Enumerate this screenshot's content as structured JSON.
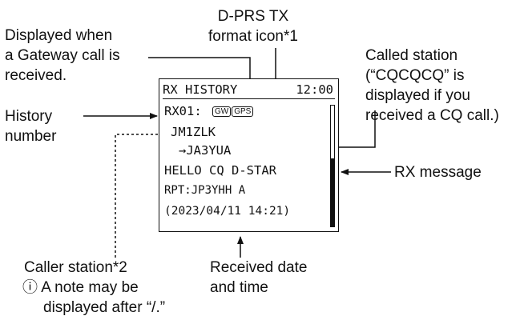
{
  "callouts": {
    "gateway": [
      "Displayed when",
      "a Gateway call is",
      "received."
    ],
    "dprs": [
      "D-PRS TX",
      "format icon*1"
    ],
    "called": [
      "Called station",
      "(“CQCQCQ” is",
      "displayed if you",
      "received a CQ call.)"
    ],
    "history": [
      "History",
      "number"
    ],
    "rx_message": "RX message",
    "caller": [
      "Caller station*2",
      "ⓘ A note may be",
      "displayed after “/.”"
    ],
    "received": [
      "Received date",
      "and time"
    ]
  },
  "screen": {
    "title": "RX HISTORY",
    "time": "12:00",
    "history_number": "RX01:",
    "badge_gw": "GW",
    "badge_gps": "GPS",
    "caller": "JM1ZLK",
    "called": "→JA3YUA",
    "message": "HELLO CQ D-STAR",
    "rpt": "RPT:JP3YHH A",
    "datetime": "(2023/04/11  14:21)"
  }
}
